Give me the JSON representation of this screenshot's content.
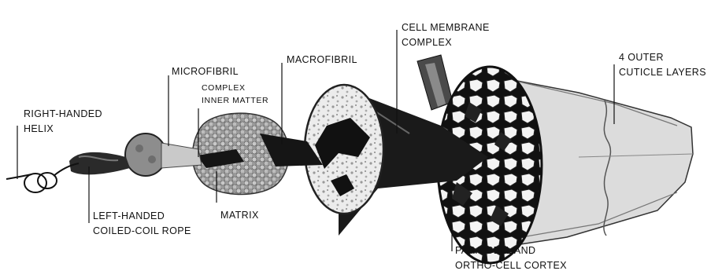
{
  "labels": {
    "right_handed_helix": [
      "RIGHT-HANDED",
      "HELIX"
    ],
    "left_handed_rope": [
      "LEFT-HANDED",
      "COILED-COIL ROPE"
    ],
    "microfibril": [
      "MICROFIBRIL"
    ],
    "complex_inner_matter": [
      "COMPLEX",
      "INNER  MATTER"
    ],
    "matrix": [
      "MATRIX"
    ],
    "macrofibril": [
      "MACROFIBRIL"
    ],
    "cell_membrane_complex": [
      "CELL MEMBRANE",
      "COMPLEX"
    ],
    "cuticle_layers": [
      "4 OUTER",
      "CUTICLE LAYERS"
    ],
    "cortex": [
      "PARA-CELL AND",
      "ORTHO-CELL CORTEX"
    ]
  }
}
